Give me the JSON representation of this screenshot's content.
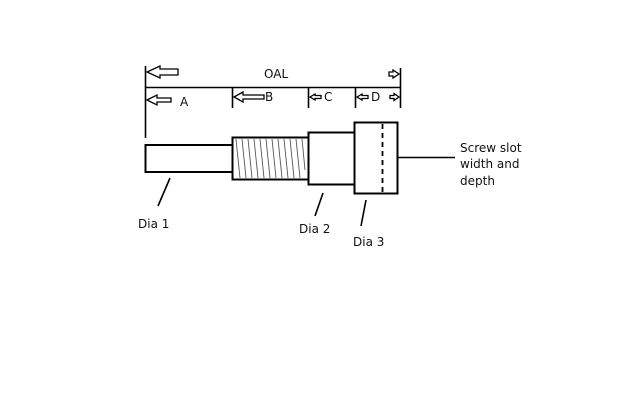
{
  "diagram": {
    "title": "Screw dimension diagram",
    "colors": {
      "stroke": "#000000",
      "thread": "#555555",
      "background": "#ffffff"
    },
    "dimensions": {
      "oal": "OAL",
      "a": "A",
      "b": "B",
      "c": "C",
      "d": "D"
    },
    "callouts": {
      "dia1": "Dia 1",
      "dia2": "Dia 2",
      "dia3": "Dia 3",
      "slot_line1": "Screw slot",
      "slot_line2": "width and",
      "slot_line3": "depth"
    }
  }
}
